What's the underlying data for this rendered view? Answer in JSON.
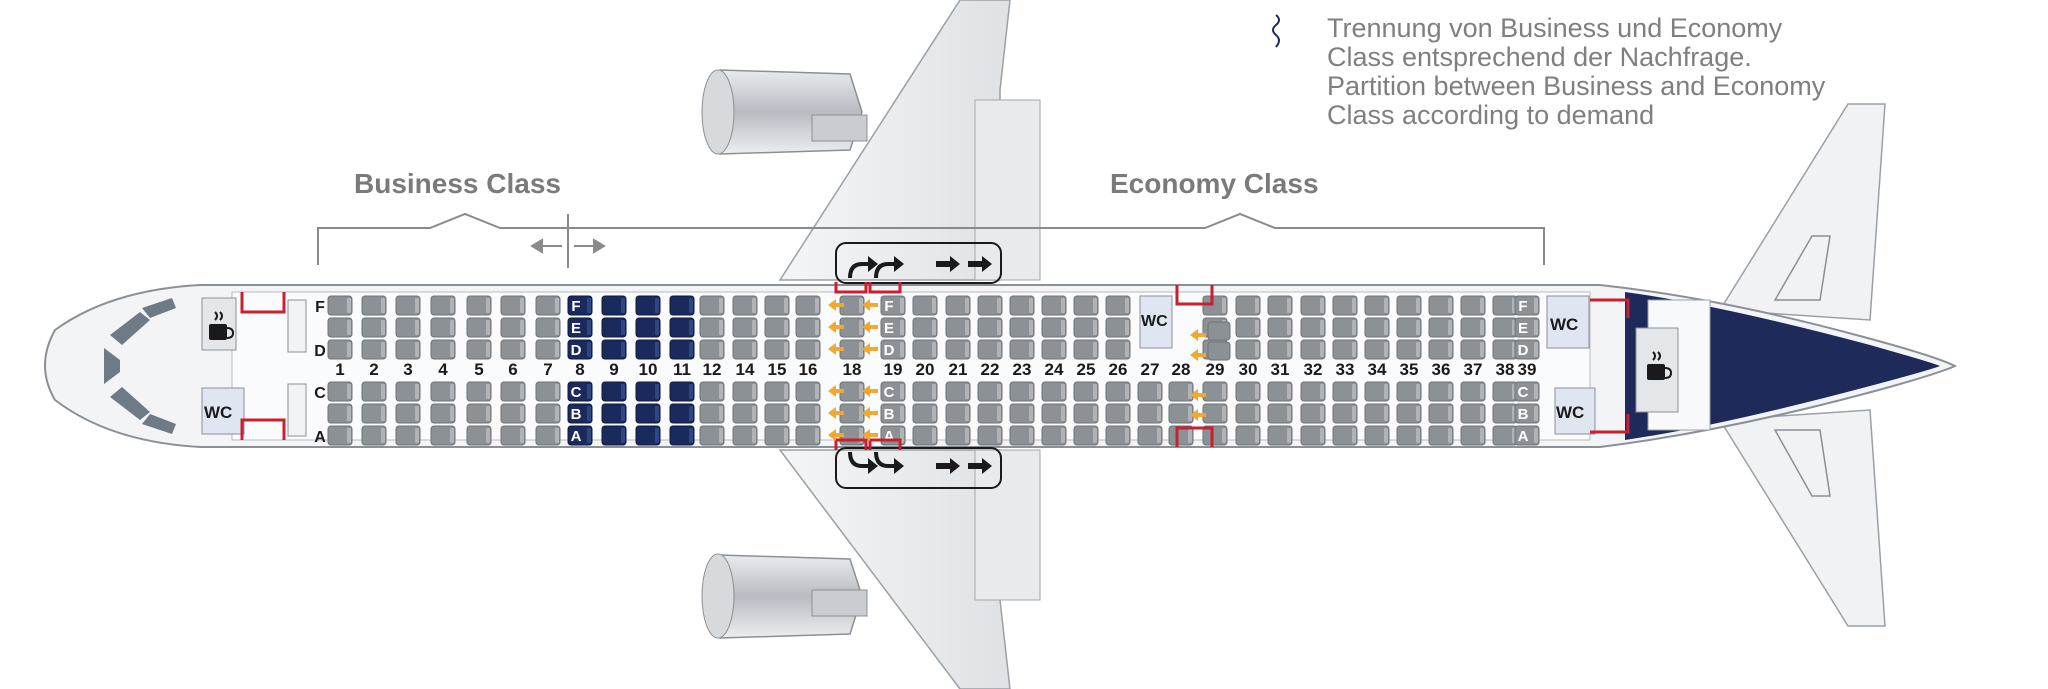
{
  "legend": {
    "line1": "Trennung von Business und Economy",
    "line2": "Class entsprechend der Nachfrage.",
    "line3": "Partition between Business and Economy",
    "line4": "Class according to demand"
  },
  "classes": {
    "business": "Business Class",
    "economy": "Economy Class"
  },
  "facilities": {
    "wc": "WC"
  },
  "rows": [
    "1",
    "2",
    "3",
    "4",
    "5",
    "6",
    "7",
    "8",
    "9",
    "10",
    "11",
    "12",
    "14",
    "15",
    "16",
    "18",
    "19",
    "20",
    "21",
    "22",
    "23",
    "24",
    "25",
    "26",
    "27",
    "28",
    "29",
    "30",
    "31",
    "32",
    "33",
    "34",
    "35",
    "36",
    "37",
    "38",
    "39"
  ],
  "seat_letters_upper": [
    "F",
    "E",
    "D"
  ],
  "seat_letters_lower": [
    "C",
    "B",
    "A"
  ],
  "colors": {
    "seat": "#8c9196",
    "seat_highlight": "#1a2a5c",
    "door": "#c8202f",
    "exit_arrow": "#f0a830",
    "tail": "#1d2a5a",
    "label": "#7a7a7a"
  }
}
